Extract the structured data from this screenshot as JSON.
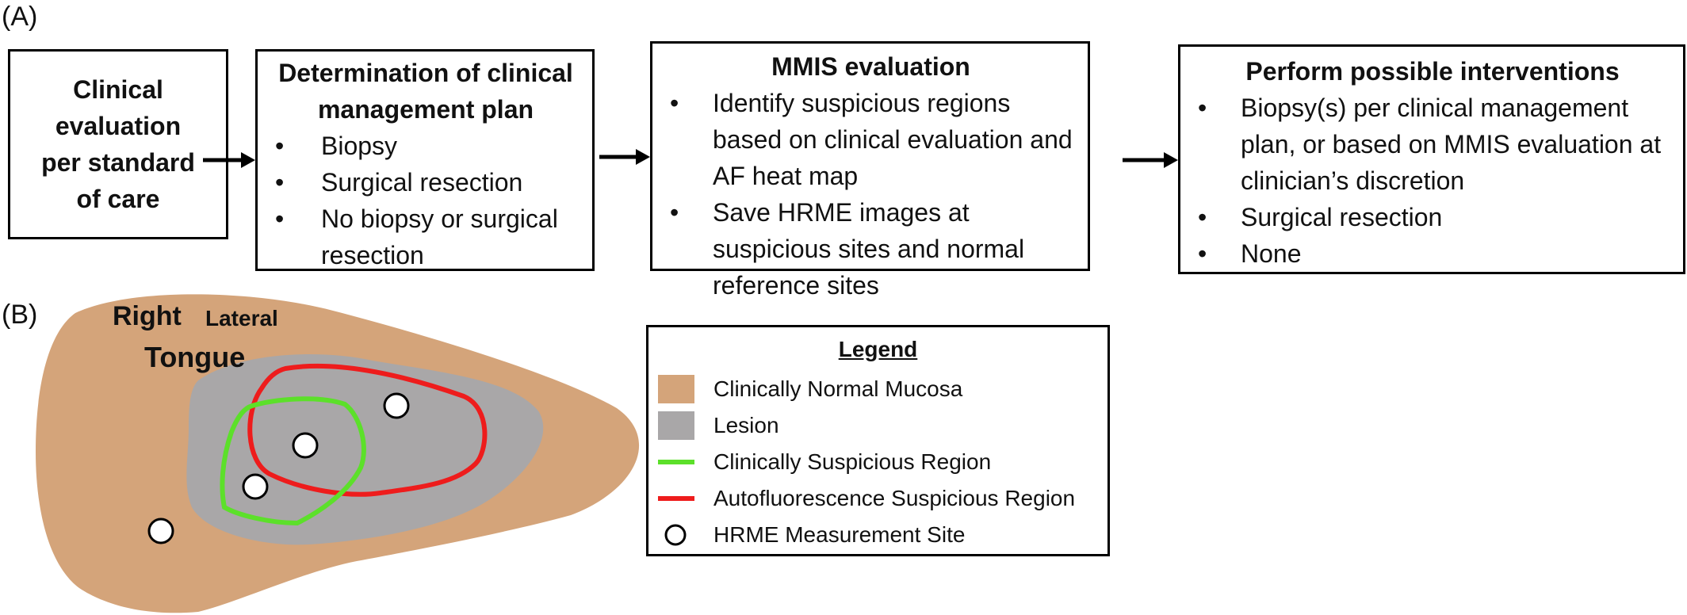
{
  "panel_labels": {
    "a": "(A)",
    "b": "(B)"
  },
  "flow": {
    "box1": {
      "lines": [
        "Clinical",
        "evaluation",
        "per standard",
        "of care"
      ]
    },
    "box2": {
      "title_lines": [
        "Determination of clinical",
        "management plan"
      ],
      "items": [
        "Biopsy",
        "Surgical resection",
        "No biopsy or surgical resection"
      ]
    },
    "box3": {
      "title": "MMIS evaluation",
      "items": [
        "Identify suspicious regions based on clinical evaluation and AF heat map",
        "Save HRME images at suspicious sites and normal reference sites"
      ]
    },
    "box4": {
      "title": "Perform possible interventions",
      "items": [
        "Biopsy(s) per clinical management plan, or based on MMIS evaluation at clinician’s discretion",
        "Surgical resection",
        "None"
      ]
    }
  },
  "diagram": {
    "title_right": "Right",
    "title_lateral": "Lateral",
    "title_tongue": "Tongue",
    "colors": {
      "mucosa": "#d4a47a",
      "lesion": "#a9a7a8",
      "clinical_region": "#5ce02a",
      "af_region": "#ee1c1c",
      "site_fill": "#ffffff",
      "site_stroke": "#000000"
    }
  },
  "legend": {
    "title": "Legend",
    "items": [
      {
        "label": "Clinically Normal Mucosa",
        "type": "fill",
        "color": "#d4a47a"
      },
      {
        "label": "Lesion",
        "type": "fill",
        "color": "#a9a7a8"
      },
      {
        "label": "Clinically Suspicious Region",
        "type": "line",
        "color": "#5ce02a"
      },
      {
        "label": "Autofluorescence Suspicious Region",
        "type": "line",
        "color": "#ee1c1c"
      },
      {
        "label": "HRME Measurement Site",
        "type": "circle",
        "color": "#ffffff"
      }
    ]
  }
}
